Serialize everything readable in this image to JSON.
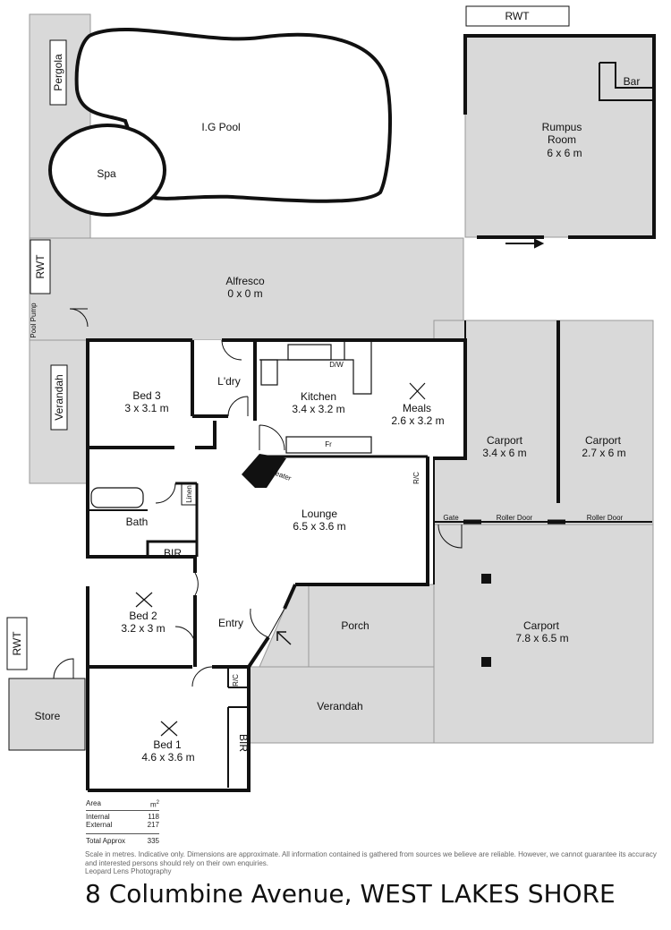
{
  "rooms": {
    "pergola": "Pergola",
    "pool": "I.G Pool",
    "spa": "Spa",
    "rwt_top": "RWT",
    "rumpus_name": "Rumpus",
    "rumpus_name2": "Room",
    "rumpus_dim": "6 x 6 m",
    "bar": "Bar",
    "rwt_left": "RWT",
    "alfresco_name": "Alfresco",
    "alfresco_dim": "0 x 0 m",
    "pool_pump": "Pool Pump",
    "verandah_left": "Verandah",
    "bed3_name": "Bed 3",
    "bed3_dim": "3 x 3.1 m",
    "laundry": "L'dry",
    "kitchen_name": "Kitchen",
    "kitchen_dim": "3.4 x 3.2 m",
    "dw": "D/W",
    "fr": "Fr",
    "meals_name": "Meals",
    "meals_dim": "2.6 x 3.2 m",
    "carport1_name": "Carport",
    "carport1_dim": "3.4 x 6 m",
    "carport2_name": "Carport",
    "carport2_dim": "2.7 x 6 m",
    "gate": "Gate",
    "roller_door1": "Roller Door",
    "roller_door2": "Roller Door",
    "heater": "Heater",
    "wc_label": "R/C",
    "linen": "Linen",
    "bath": "Bath",
    "bir1": "BIR",
    "lounge_name": "Lounge",
    "lounge_dim": "6.5 x 3.6 m",
    "bed2_name": "Bed 2",
    "bed2_dim": "3.2 x 3 m",
    "entry": "Entry",
    "porch": "Porch",
    "carport3_name": "Carport",
    "carport3_dim": "7.8 x 6.5 m",
    "rwt_store": "RWT",
    "store": "Store",
    "verandah_front": "Verandah",
    "bed1_name": "Bed 1",
    "bed1_dim": "4.6 x 3.6 m",
    "bir2": "BIR",
    "rc2": "R/C"
  },
  "area_table": {
    "col_area": "Area",
    "col_unit": "m",
    "col_unit_sup": "2",
    "internal_label": "Internal",
    "internal_value": "118",
    "external_label": "External",
    "external_value": "217",
    "total_label": "Total Approx",
    "total_value": "335"
  },
  "disclaimer": "Scale in metres. Indicative only. Dimensions are approximate. All information contained is gathered from sources we believe are reliable. However, we cannot guarantee its accuracy and interested persons should rely on their own enquiries.",
  "credit": "Leopard Lens Photography",
  "address": "8 Columbine Avenue, WEST LAKES SHORE",
  "colors": {
    "wall": "#111111",
    "floor_grey": "#d9d9d9",
    "background": "#ffffff"
  }
}
